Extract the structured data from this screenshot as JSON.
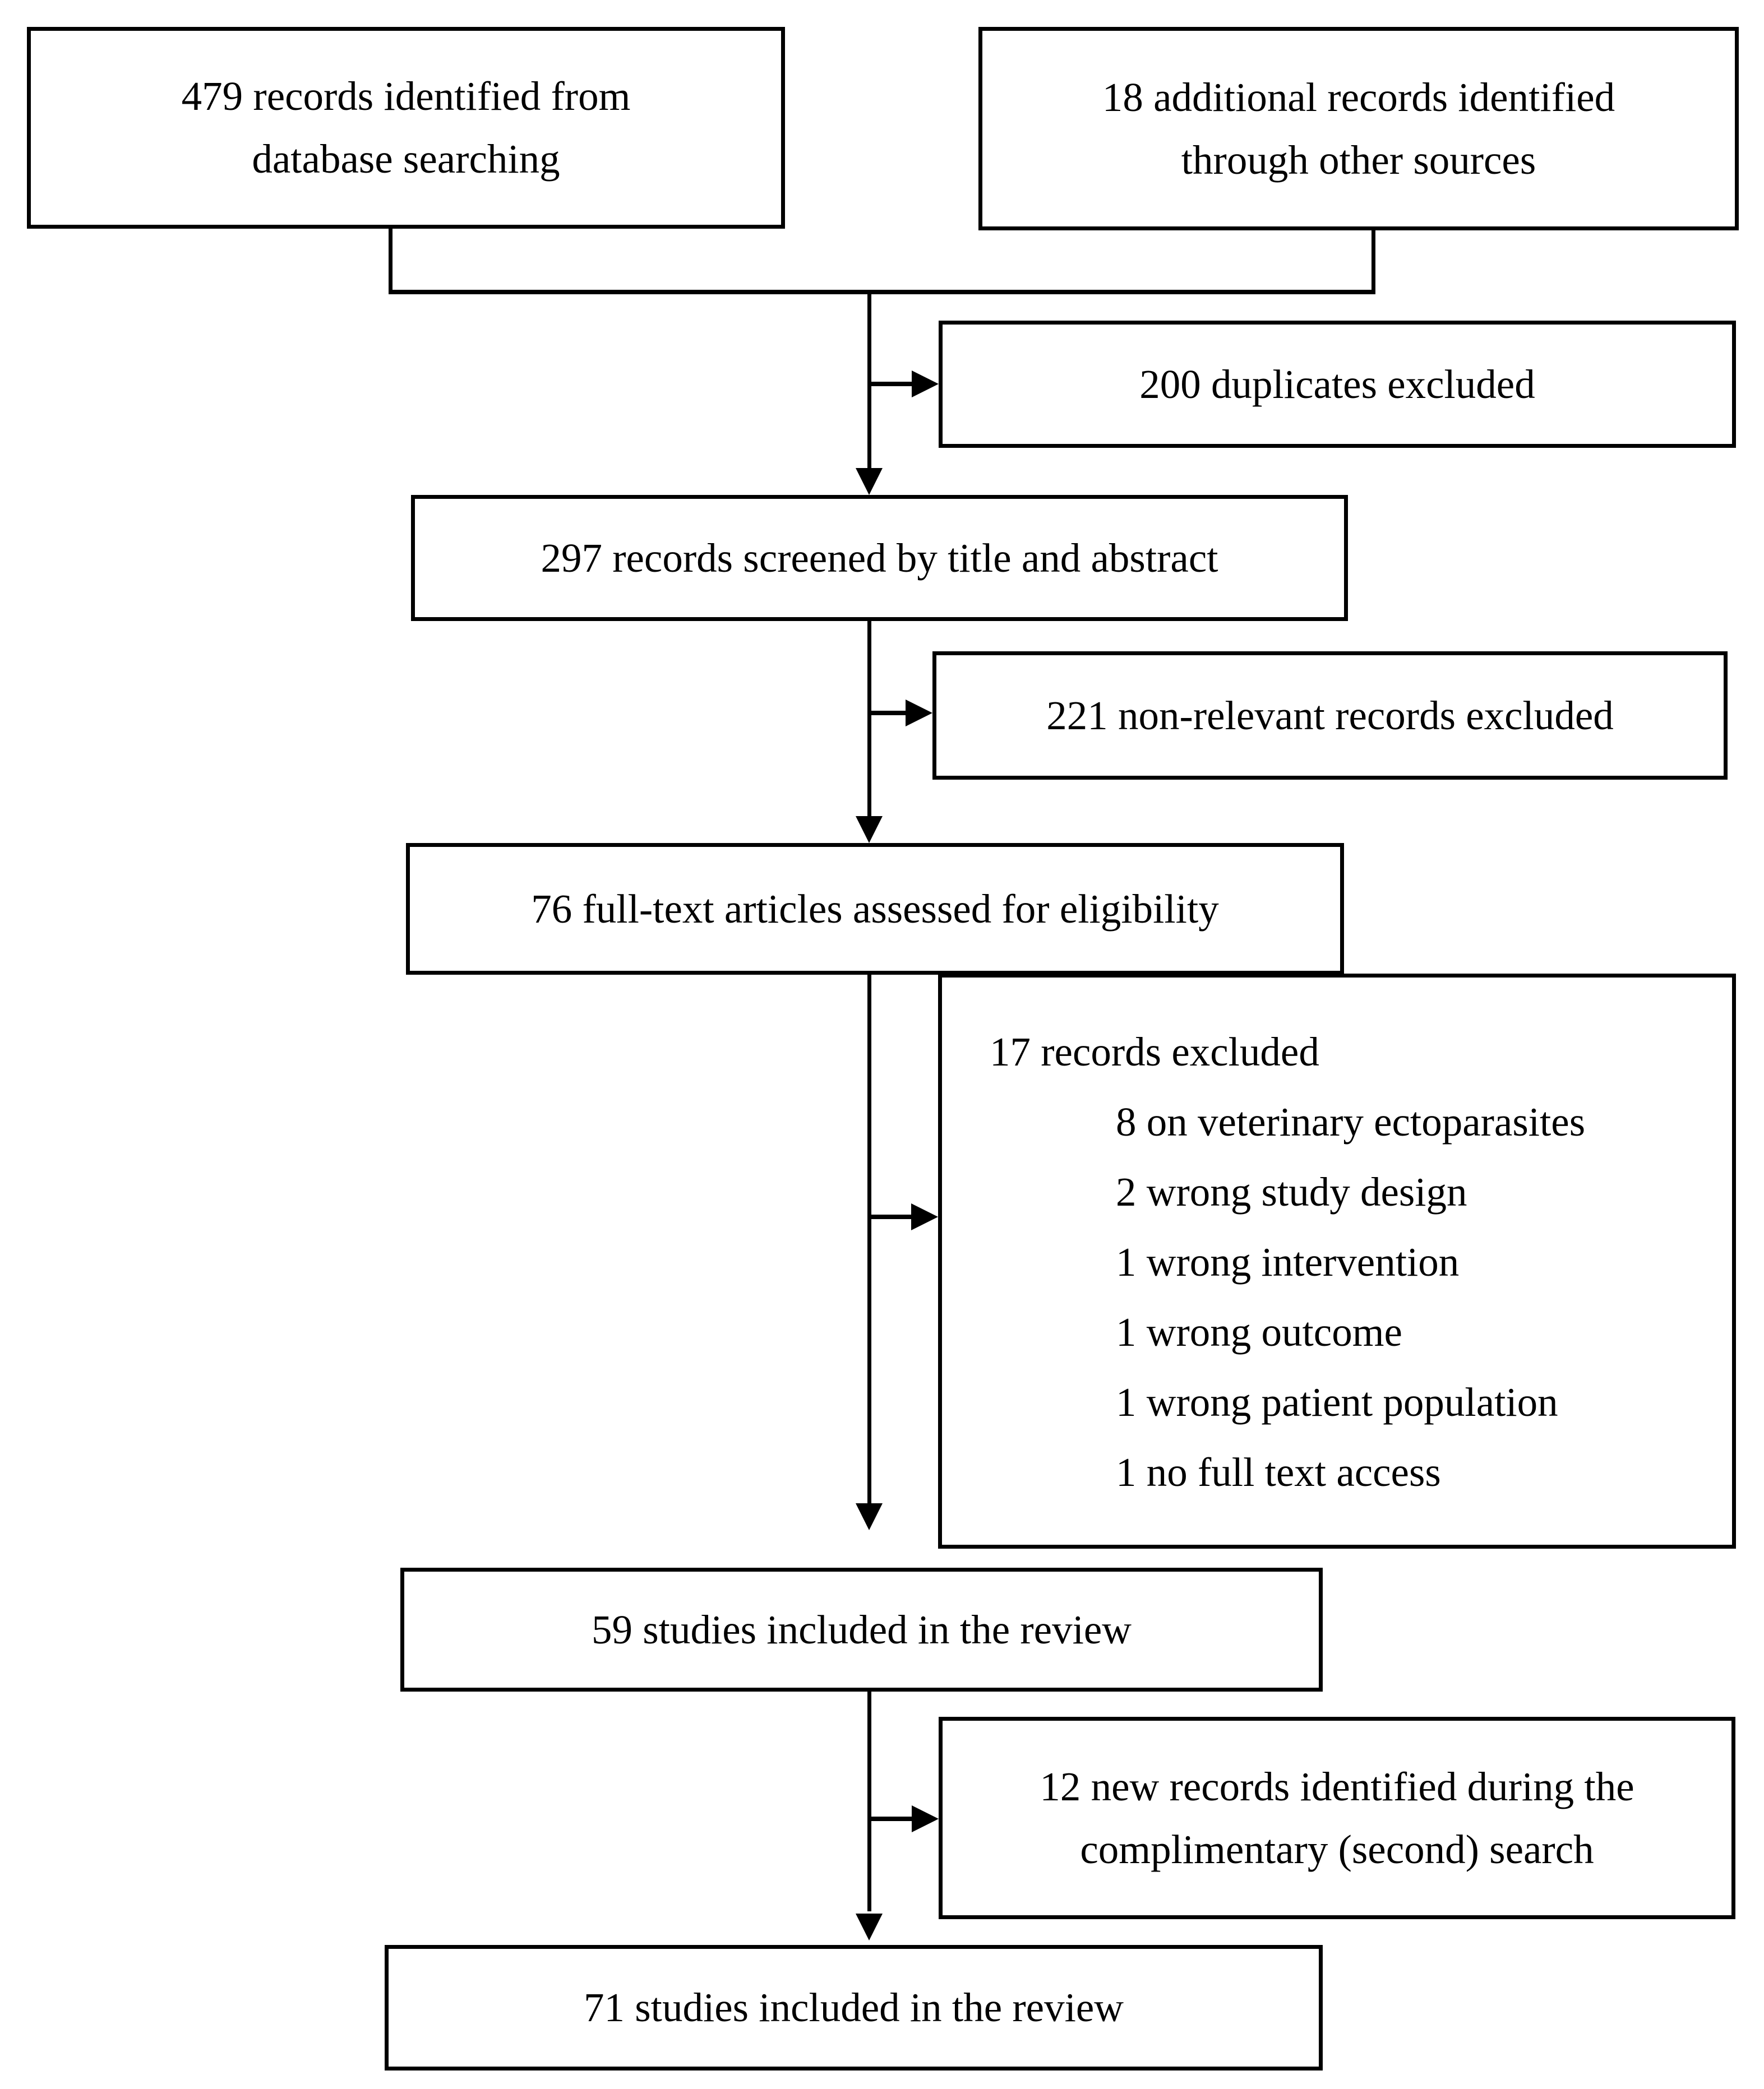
{
  "colors": {
    "ink": "#000000",
    "background": "#ffffff"
  },
  "flowchart": {
    "boxes": {
      "database_records": "479 records identified from\ndatabase searching",
      "other_sources": "18 additional records identified\nthrough other sources",
      "duplicates_excluded": "200 duplicates excluded",
      "records_screened": "297 records screened by title and abstract",
      "nonrelevant_excluded": "221 non-relevant records excluded",
      "fulltext_assessed": "76 full-text articles assessed for eligibility",
      "studies_included_first": "59 studies included in the review",
      "new_records_second_search": "12 new records identified during the\ncomplimentary (second) search",
      "studies_included_final": "71 studies included in the review"
    },
    "exclusion_detail": {
      "header": "17 records excluded",
      "items": [
        "8 on veterinary ectoparasites",
        "2 wrong study design",
        "1 wrong intervention",
        "1 wrong outcome",
        "1 wrong patient population",
        "1 no full text access"
      ]
    }
  }
}
